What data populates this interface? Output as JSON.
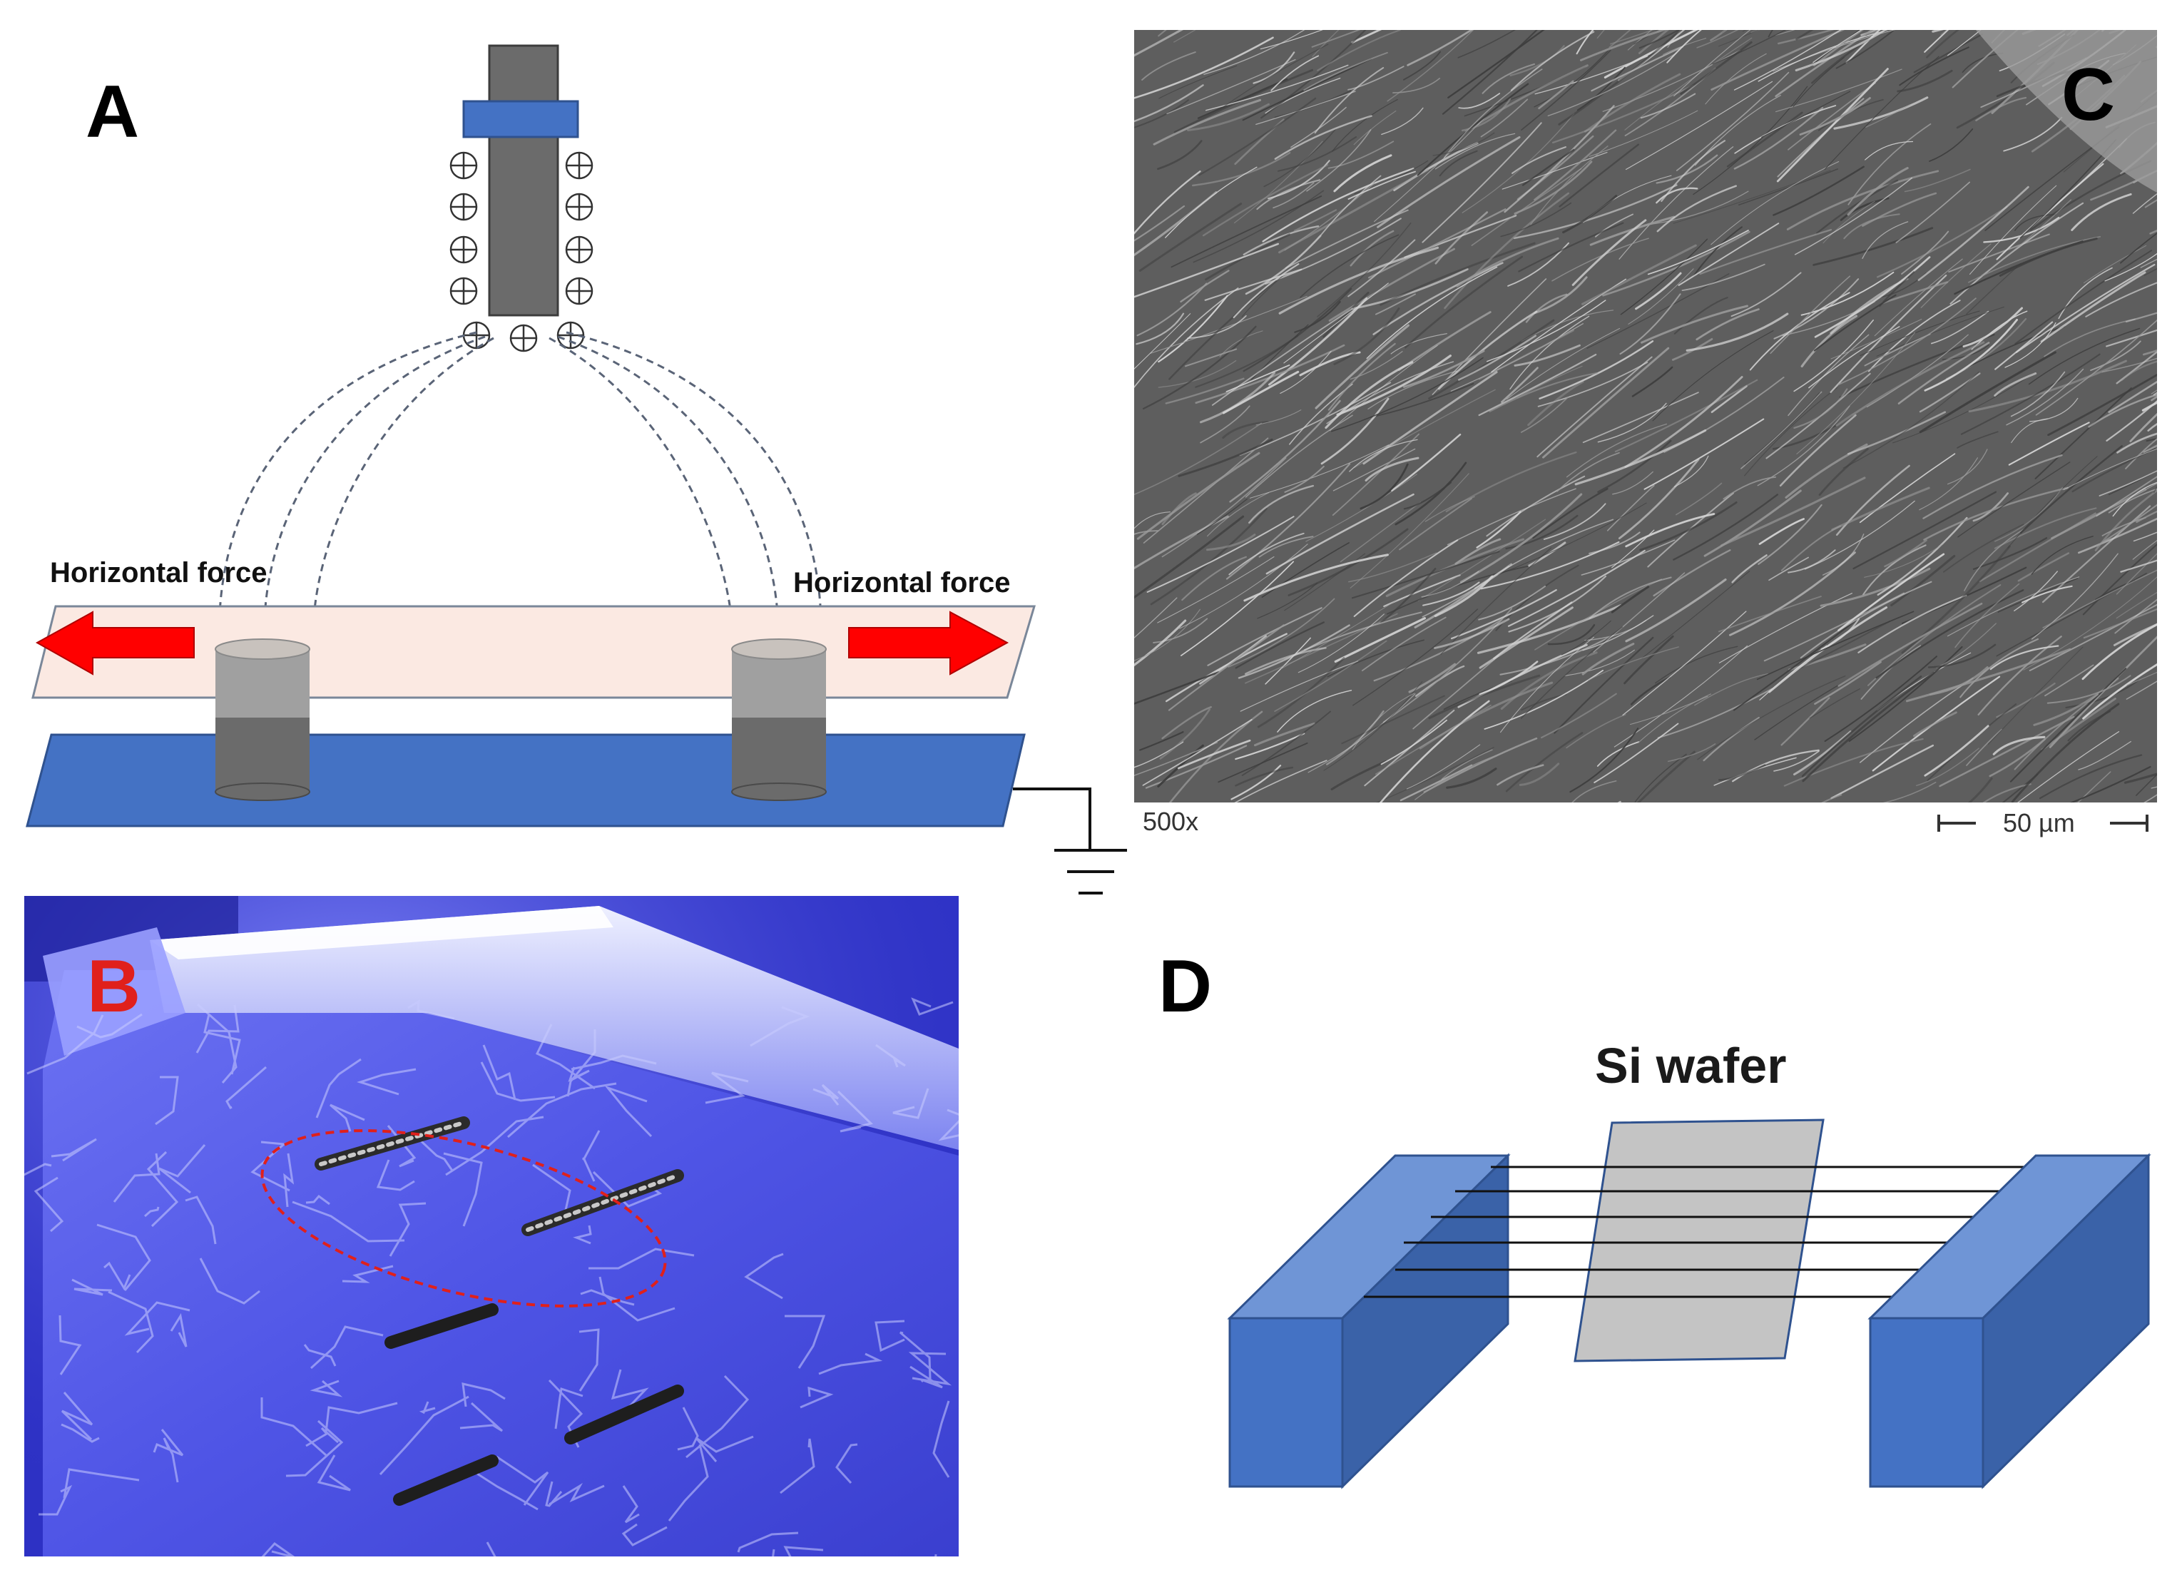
{
  "panels": {
    "a": {
      "letter": "A",
      "left_force_label": "Horizontal force",
      "right_force_label": "Horizontal force",
      "charge_symbol": "⊕"
    },
    "b": {
      "letter": "B",
      "letter_color": "#e0201b"
    },
    "c": {
      "letter": "C",
      "magnification": "500x",
      "scale_bar_label": "50 µm"
    },
    "d": {
      "letter": "D",
      "wafer_label": "Si wafer"
    }
  },
  "colors": {
    "collector_blue": "#4472c4",
    "electrode_gray": "#6b6b6b",
    "force_arrow_red": "#ff0000",
    "wafer_gray": "#c4c4c4",
    "photo_blue": "#3b3fe0",
    "sem_gray": "#5e5e5e"
  }
}
